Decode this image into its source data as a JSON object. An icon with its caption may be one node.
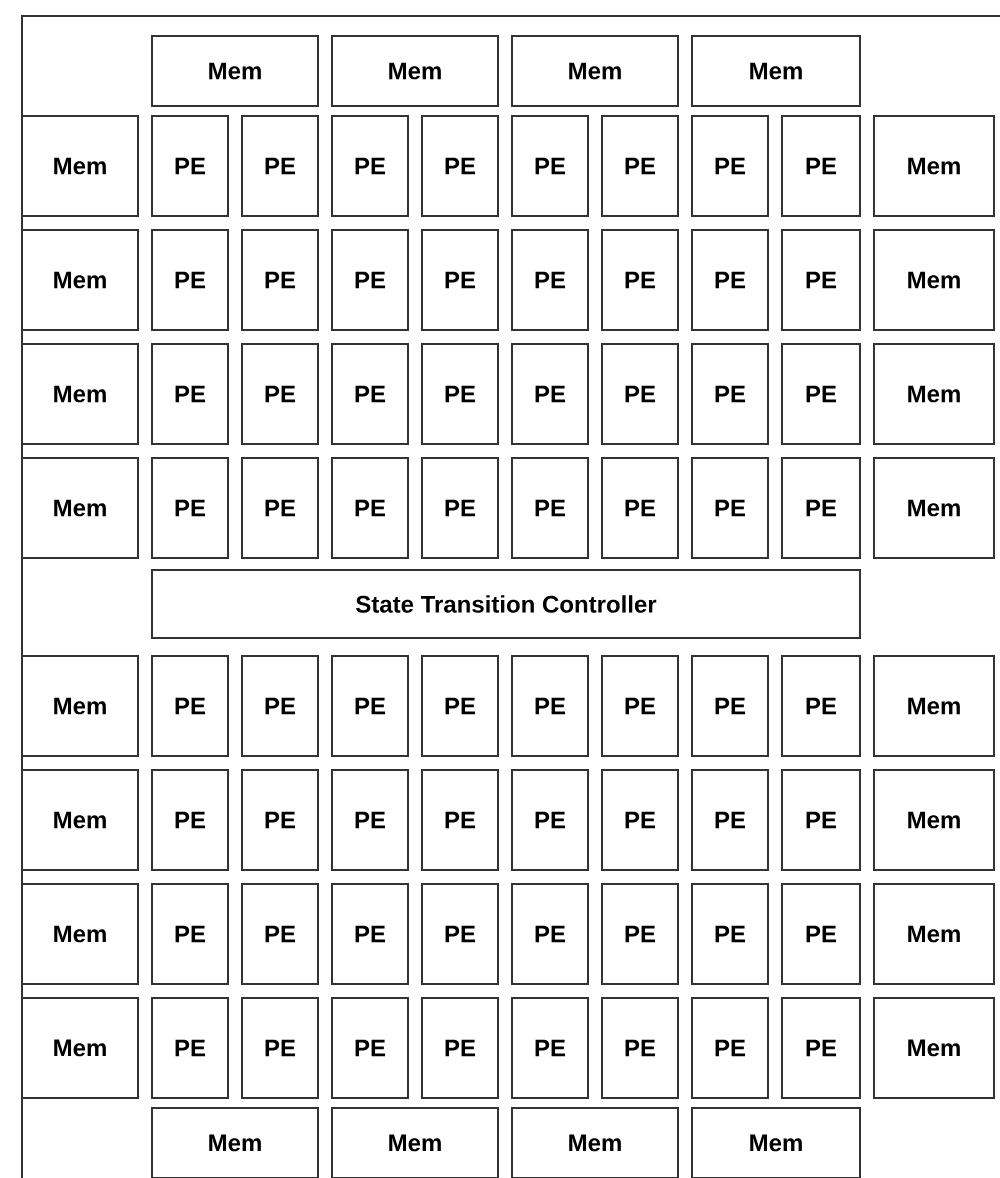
{
  "diagram": {
    "nodes": [
      {
        "text": [
          "Mem"
        ]
      },
      {
        "text": [
          "Mem"
        ]
      },
      {
        "text": [
          "Mem"
        ]
      },
      {
        "text": [
          "Mem"
        ]
      },
      {
        "text": [
          "Mem"
        ]
      },
      {
        "text": [
          "PE"
        ]
      },
      {
        "text": [
          "PE"
        ]
      },
      {
        "text": [
          "PE"
        ]
      },
      {
        "text": [
          "PE"
        ]
      },
      {
        "text": [
          "PE"
        ]
      },
      {
        "text": [
          "PE"
        ]
      },
      {
        "text": [
          "PE"
        ]
      },
      {
        "text": [
          "PE"
        ]
      },
      {
        "text": [
          "Mem"
        ]
      },
      {
        "text": [
          "Mem"
        ]
      },
      {
        "text": [
          "PE"
        ]
      },
      {
        "text": [
          "PE"
        ]
      },
      {
        "text": [
          "PE"
        ]
      },
      {
        "text": [
          "PE"
        ]
      },
      {
        "text": [
          "PE"
        ]
      },
      {
        "text": [
          "PE"
        ]
      },
      {
        "text": [
          "PE"
        ]
      },
      {
        "text": [
          "PE"
        ]
      },
      {
        "text": [
          "Mem"
        ]
      },
      {
        "text": [
          "Mem"
        ]
      },
      {
        "text": [
          "PE"
        ]
      },
      {
        "text": [
          "PE"
        ]
      },
      {
        "text": [
          "PE"
        ]
      },
      {
        "text": [
          "PE"
        ]
      },
      {
        "text": [
          "PE"
        ]
      },
      {
        "text": [
          "PE"
        ]
      },
      {
        "text": [
          "PE"
        ]
      },
      {
        "text": [
          "PE"
        ]
      },
      {
        "text": [
          "Mem"
        ]
      },
      {
        "text": [
          "Mem"
        ]
      },
      {
        "text": [
          "PE"
        ]
      },
      {
        "text": [
          "PE"
        ]
      },
      {
        "text": [
          "PE"
        ]
      },
      {
        "text": [
          "PE"
        ]
      },
      {
        "text": [
          "PE"
        ]
      },
      {
        "text": [
          "PE"
        ]
      },
      {
        "text": [
          "PE"
        ]
      },
      {
        "text": [
          "PE"
        ]
      },
      {
        "text": [
          "Mem"
        ]
      },
      {
        "text": [
          "State Transition Controller"
        ]
      },
      {
        "text": [
          "Mem"
        ]
      },
      {
        "text": [
          "PE"
        ]
      },
      {
        "text": [
          "PE"
        ]
      },
      {
        "text": [
          "PE"
        ]
      },
      {
        "text": [
          "PE"
        ]
      },
      {
        "text": [
          "PE"
        ]
      },
      {
        "text": [
          "PE"
        ]
      },
      {
        "text": [
          "PE"
        ]
      },
      {
        "text": [
          "PE"
        ]
      },
      {
        "text": [
          "Mem"
        ]
      },
      {
        "text": [
          "Mem"
        ]
      },
      {
        "text": [
          "PE"
        ]
      },
      {
        "text": [
          "PE"
        ]
      },
      {
        "text": [
          "PE"
        ]
      },
      {
        "text": [
          "PE"
        ]
      },
      {
        "text": [
          "PE"
        ]
      },
      {
        "text": [
          "PE"
        ]
      },
      {
        "text": [
          "PE"
        ]
      },
      {
        "text": [
          "PE"
        ]
      },
      {
        "text": [
          "Mem"
        ]
      },
      {
        "text": [
          "Mem"
        ]
      },
      {
        "text": [
          "PE"
        ]
      },
      {
        "text": [
          "PE"
        ]
      },
      {
        "text": [
          "PE"
        ]
      },
      {
        "text": [
          "PE"
        ]
      },
      {
        "text": [
          "PE"
        ]
      },
      {
        "text": [
          "PE"
        ]
      },
      {
        "text": [
          "PE"
        ]
      },
      {
        "text": [
          "PE"
        ]
      },
      {
        "text": [
          "Mem"
        ]
      },
      {
        "text": [
          "Mem"
        ]
      },
      {
        "text": [
          "PE"
        ]
      },
      {
        "text": [
          "PE"
        ]
      },
      {
        "text": [
          "PE"
        ]
      },
      {
        "text": [
          "PE"
        ]
      },
      {
        "text": [
          "PE"
        ]
      },
      {
        "text": [
          "PE"
        ]
      },
      {
        "text": [
          "PE"
        ]
      },
      {
        "text": [
          "PE"
        ]
      },
      {
        "text": [
          "Mem"
        ]
      },
      {
        "text": [
          "Mem"
        ]
      },
      {
        "text": [
          "Mem"
        ]
      },
      {
        "text": [
          "Mem"
        ]
      },
      {
        "text": [
          "Mem"
        ]
      }
    ]
  }
}
